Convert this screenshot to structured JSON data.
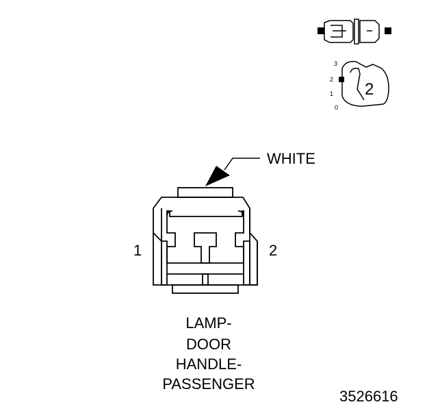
{
  "connector": {
    "wire_color_label": "WHITE",
    "pin_left_label": "1",
    "pin_right_label": "2",
    "title_lines": [
      "LAMP-",
      "DOOR",
      "HANDLE-",
      "PASSENGER"
    ]
  },
  "inset": {
    "scale_labels": [
      "3",
      "2",
      "1",
      "0"
    ],
    "view_number": "2"
  },
  "figure_id": "3526616"
}
